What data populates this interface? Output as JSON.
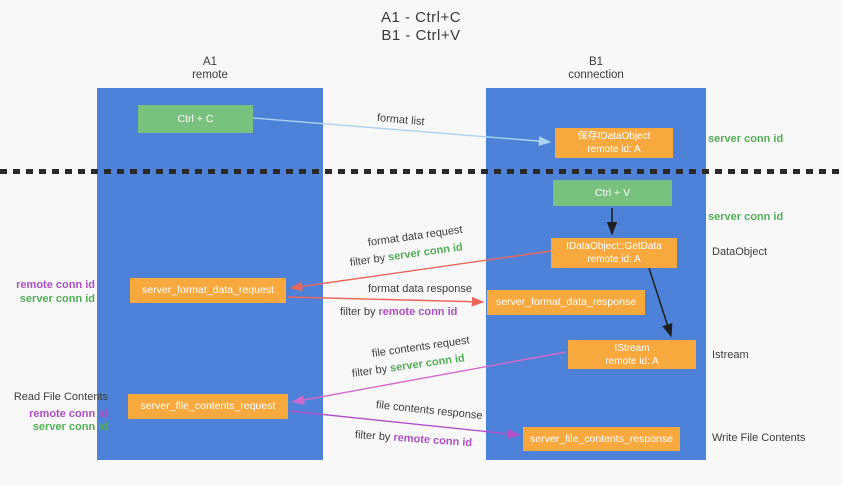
{
  "title": {
    "line1": "A1 - Ctrl+C",
    "line2": "B1 - Ctrl+V"
  },
  "columns": {
    "left": {
      "id": "A1",
      "role": "remote"
    },
    "right": {
      "id": "B1",
      "role": "connection"
    }
  },
  "nodes": {
    "ctrl_c": "Ctrl + C",
    "ctrl_v": "Ctrl + V",
    "save_dataobject": {
      "line1": "保存IDataObject",
      "line2": "remote id: A"
    },
    "getdata": {
      "line1": "IDataObject::GetData",
      "line2": "remote id: A"
    },
    "istream": {
      "line1": "IStream",
      "line2": "remote id: A"
    },
    "format_request": "server_format_data_request",
    "format_response": "server_format_data_response",
    "file_request": "server_file_contents_request",
    "file_response": "server_file_contents_response"
  },
  "labels": {
    "format_list": "format list",
    "filter_by": "filter by ",
    "fmt_req": "format data request",
    "fmt_req_filter": "server conn id",
    "fmt_resp": "format data response",
    "fmt_resp_filter": "remote conn id",
    "file_req": "file contents request",
    "file_req_filter": "server conn id",
    "file_resp": "file contents response",
    "file_resp_filter": "remote conn id"
  },
  "annotations": {
    "server_conn_id_top": "server conn id",
    "server_conn_id_mid": "server conn id",
    "dataobject": "DataObject",
    "istream": "Istream",
    "write_file_contents": "Write File Contents",
    "read_file_contents": "Read File Contents",
    "left_mid": {
      "remote": "remote conn id",
      "server": "server conn id"
    },
    "left_bottom": {
      "remote": "remote conn id",
      "server": "server conn id"
    }
  },
  "colors": {
    "column_blue": "#4d82d8",
    "button_green": "#79c17e",
    "box_orange": "#f8a93e",
    "text_green": "#52ae57",
    "text_purple": "#ad4fc2",
    "arrow_red": "#ec655b",
    "arrow_light_blue": "#aad4f2",
    "arrow_pink": "#d468cd",
    "arrow_magenta": "#b44fc8",
    "arrow_black": "#1f1f1f"
  }
}
